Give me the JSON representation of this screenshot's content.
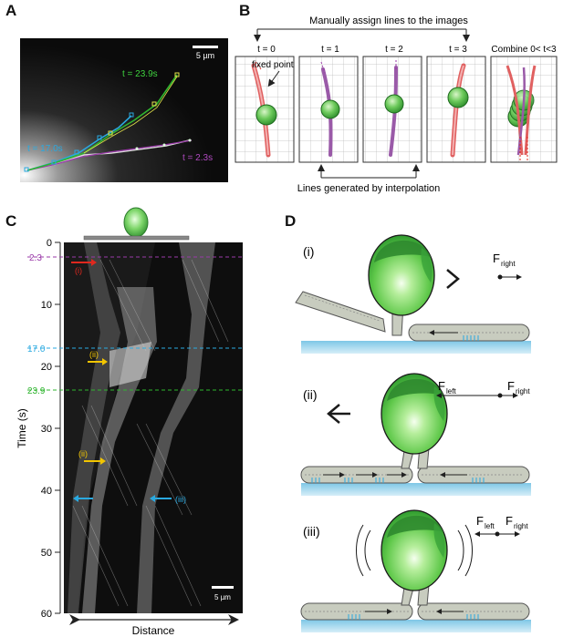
{
  "panels": {
    "A": {
      "label": "A",
      "scale_bar": "5 µm",
      "times": {
        "green": "t = 23.9s",
        "blue": "t = 17.0s",
        "purple": "t = 2.3s"
      }
    },
    "B": {
      "label": "B",
      "top_caption": "Manually assign lines to the images",
      "bottom_caption": "Lines generated by interpolation",
      "fixed_point": "fixed point",
      "frames": [
        "t = 0",
        "t = 1",
        "t = 2",
        "t = 3",
        "Combine  0< t<3"
      ]
    },
    "C": {
      "label": "C",
      "ylabel": "Time (s)",
      "xlabel": "Distance",
      "scale_bar": "5 µm",
      "yticks": [
        "0",
        "10",
        "20",
        "30",
        "40",
        "50",
        "60"
      ],
      "markers": {
        "m1": "2.3",
        "m2": "17.0",
        "m3": "23.9"
      },
      "arrow_labels": {
        "i": "(i)",
        "ii_a": "(ii)",
        "ii_b": "(ii)",
        "iii": "(iii)"
      }
    },
    "D": {
      "label": "D",
      "states": [
        {
          "roman": "(i)",
          "force": "F",
          "sub": "right"
        },
        {
          "roman": "(ii)",
          "f_left": "F",
          "f_left_sub": "left",
          "f_right": "F",
          "f_right_sub": "right"
        },
        {
          "roman": "(iii)",
          "f_left": "F",
          "f_left_sub": "left",
          "f_right": "F",
          "f_right_sub": "right"
        }
      ]
    }
  },
  "colors": {
    "green": "#2fb52f",
    "blue": "#2aa9e0",
    "purple": "#9a3aa8",
    "red": "#e0281e",
    "yellow": "#f2c500",
    "cell_light": "#8fe07a",
    "cell_dark": "#3aa33a",
    "leg": "#c8ccbf",
    "substrate": "#a9d8ec"
  }
}
